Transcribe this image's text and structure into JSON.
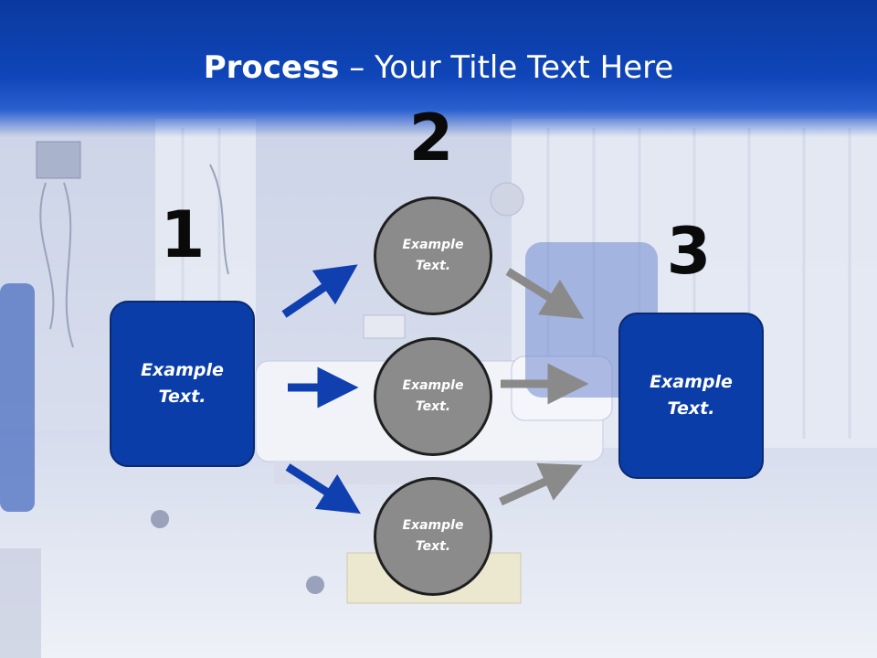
{
  "title": {
    "bold": "Process",
    "rest": " – Your Title Text Here"
  },
  "steps": [
    {
      "number": "1",
      "text": "Example\nText."
    },
    {
      "number": "2",
      "text": ""
    },
    {
      "number": "3",
      "text": "Example\nText."
    }
  ],
  "circles": [
    {
      "text": "Example\nText."
    },
    {
      "text": "Example\nText."
    },
    {
      "text": "Example\nText."
    }
  ],
  "colors": {
    "box": "#0b3da8",
    "circle": "#8b8b8b",
    "blue_arrow": "#1040b0",
    "gray_arrow": "#8a8a8a",
    "header": "#0f45b8"
  }
}
